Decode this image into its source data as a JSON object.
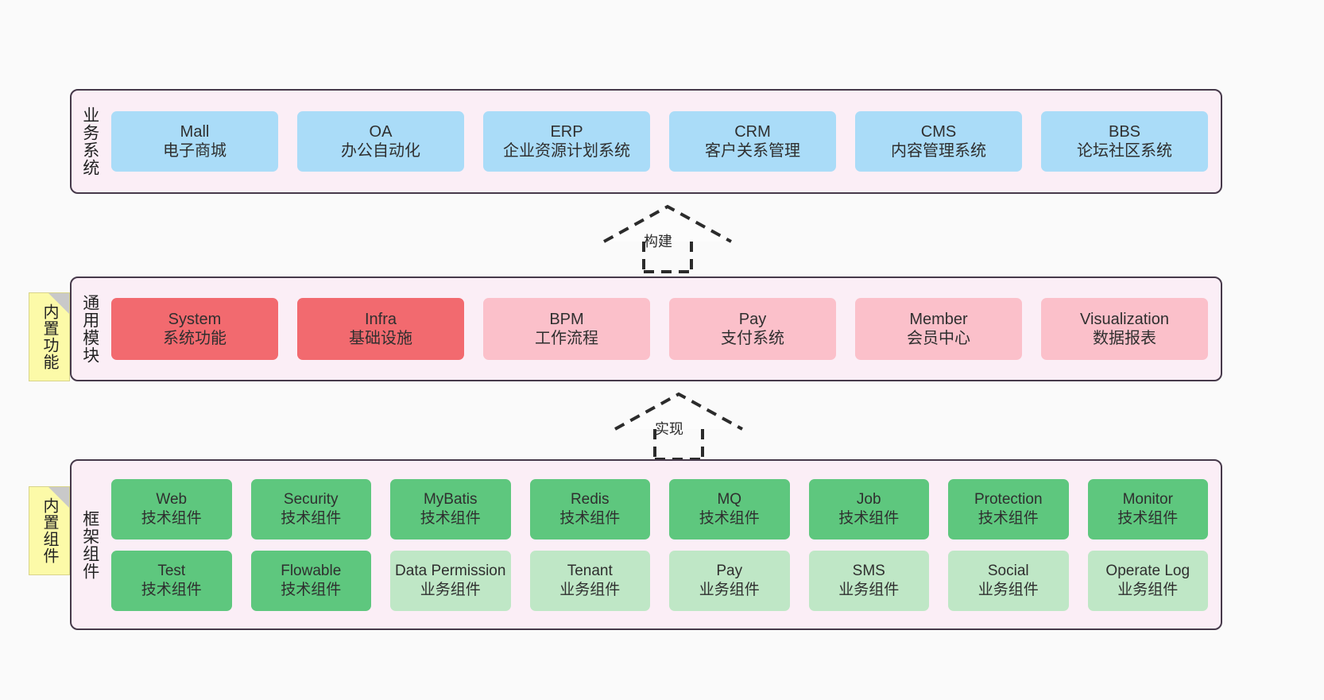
{
  "diagram": {
    "title": "",
    "colors": {
      "canvas": "#fafafa",
      "panel_fill": "#fbeef6",
      "panel_border": "#46394a",
      "business_box": "#aadcf8",
      "module_primary": "#f26a6f",
      "module_secondary": "#fbc0ca",
      "tech_component": "#5ec77e",
      "biz_component": "#bfe7c6",
      "note_fill": "#fcfaa8",
      "note_fold": "#c9c9c9"
    }
  },
  "layers": {
    "business": {
      "title": "业务系统",
      "rows": [
        [
          {
            "name": "Mall",
            "sub": "电子商城",
            "color": "#aadcf8"
          },
          {
            "name": "OA",
            "sub": "办公自动化",
            "color": "#aadcf8"
          },
          {
            "name": "ERP",
            "sub": "企业资源计划系统",
            "color": "#aadcf8"
          },
          {
            "name": "CRM",
            "sub": "客户关系管理",
            "color": "#aadcf8"
          },
          {
            "name": "CMS",
            "sub": "内容管理系统",
            "color": "#aadcf8"
          },
          {
            "name": "BBS",
            "sub": "论坛社区系统",
            "color": "#aadcf8"
          }
        ]
      ]
    },
    "modules": {
      "title": "通用模块",
      "note": "内置功能",
      "rows": [
        [
          {
            "name": "System",
            "sub": "系统功能",
            "color": "#f26a6f"
          },
          {
            "name": "Infra",
            "sub": "基础设施",
            "color": "#f26a6f"
          },
          {
            "name": "BPM",
            "sub": "工作流程",
            "color": "#fbc0ca"
          },
          {
            "name": "Pay",
            "sub": "支付系统",
            "color": "#fbc0ca"
          },
          {
            "name": "Member",
            "sub": "会员中心",
            "color": "#fbc0ca"
          },
          {
            "name": "Visualization",
            "sub": "数据报表",
            "color": "#fbc0ca"
          }
        ]
      ]
    },
    "framework": {
      "title": "框架组件",
      "note": "内置组件",
      "rows": [
        [
          {
            "name": "Web",
            "sub": "技术组件",
            "color": "#5ec77e"
          },
          {
            "name": "Security",
            "sub": "技术组件",
            "color": "#5ec77e"
          },
          {
            "name": "MyBatis",
            "sub": "技术组件",
            "color": "#5ec77e"
          },
          {
            "name": "Redis",
            "sub": "技术组件",
            "color": "#5ec77e"
          },
          {
            "name": "MQ",
            "sub": "技术组件",
            "color": "#5ec77e"
          },
          {
            "name": "Job",
            "sub": "技术组件",
            "color": "#5ec77e"
          },
          {
            "name": "Protection",
            "sub": "技术组件",
            "color": "#5ec77e"
          },
          {
            "name": "Monitor",
            "sub": "技术组件",
            "color": "#5ec77e"
          }
        ],
        [
          {
            "name": "Test",
            "sub": "技术组件",
            "color": "#5ec77e"
          },
          {
            "name": "Flowable",
            "sub": "技术组件",
            "color": "#5ec77e"
          },
          {
            "name": "Data Permission",
            "sub": "业务组件",
            "color": "#bfe7c6"
          },
          {
            "name": "Tenant",
            "sub": "业务组件",
            "color": "#bfe7c6"
          },
          {
            "name": "Pay",
            "sub": "业务组件",
            "color": "#bfe7c6"
          },
          {
            "name": "SMS",
            "sub": "业务组件",
            "color": "#bfe7c6"
          },
          {
            "name": "Social",
            "sub": "业务组件",
            "color": "#bfe7c6"
          },
          {
            "name": "Operate Log",
            "sub": "业务组件",
            "color": "#bfe7c6"
          }
        ]
      ]
    }
  },
  "connectors": [
    {
      "id": "build",
      "label": "构建",
      "style": "dashed-generalization",
      "direction": "up"
    },
    {
      "id": "impl",
      "label": "实现",
      "style": "dashed-generalization",
      "direction": "up"
    }
  ]
}
